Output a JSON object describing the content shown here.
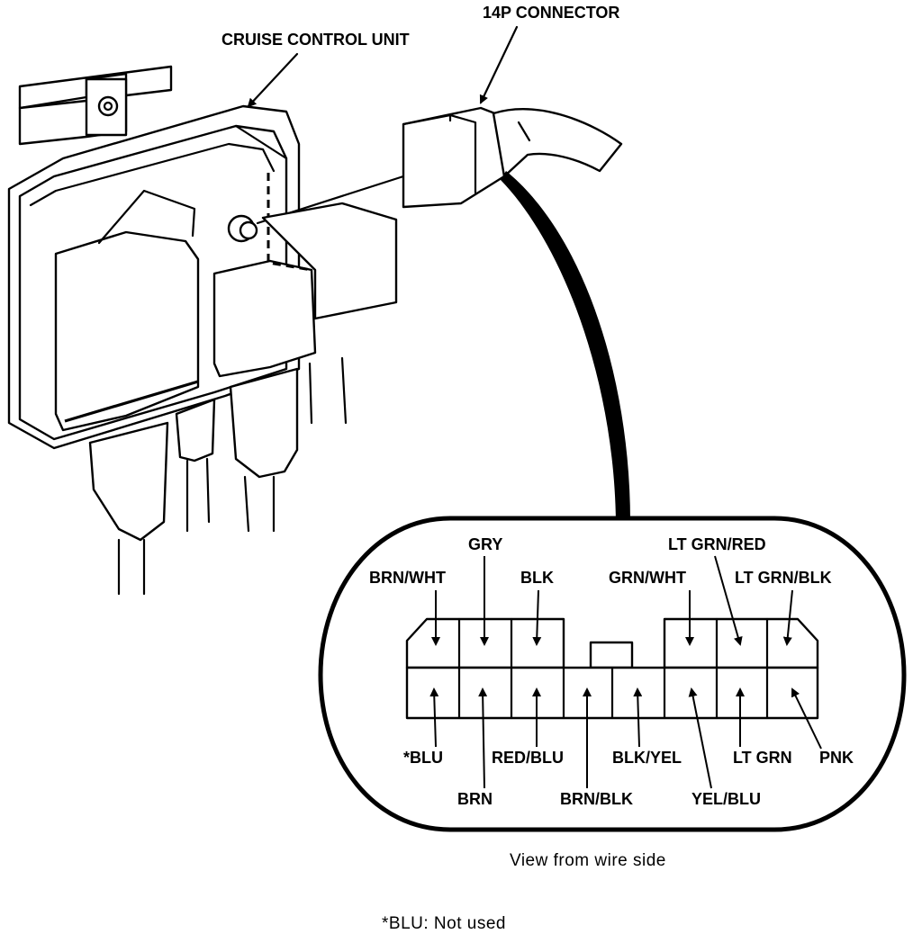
{
  "labels": {
    "unit": "CRUISE CONTROL UNIT",
    "connector": "14P CONNECTOR",
    "view_caption": "View from wire side",
    "footnote": "*BLU: Not used"
  },
  "connector_pins": {
    "top_row": [
      "BRN/WHT",
      "GRY",
      "BLK",
      "GRN/WHT",
      "LT GRN/RED",
      "LT GRN/BLK"
    ],
    "bottom_row": [
      "*BLU",
      "BRN",
      "RED/BLU",
      "BRN/BLK",
      "BLK/YEL",
      "YEL/BLU",
      "LT GRN",
      "PNK"
    ]
  }
}
